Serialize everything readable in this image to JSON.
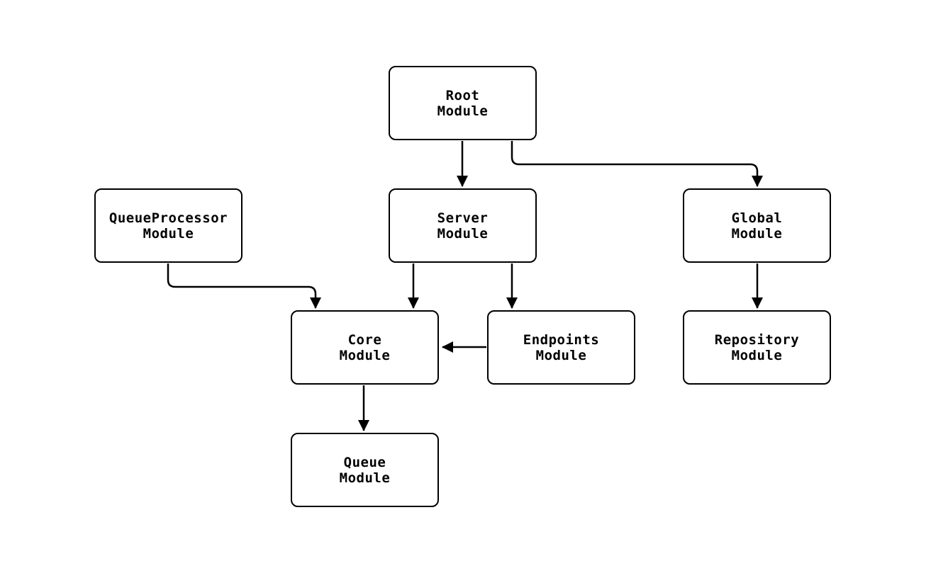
{
  "diagram": {
    "type": "module-dependency-graph",
    "colors": {
      "stroke": "#000000",
      "node_fill": "#ffffff",
      "background": "#ffffff",
      "text": "#000000"
    },
    "nodes": {
      "root": {
        "label": "Root\nModule"
      },
      "queueprocessor": {
        "label": "QueueProcessor\nModule"
      },
      "server": {
        "label": "Server\nModule"
      },
      "global": {
        "label": "Global\nModule"
      },
      "core": {
        "label": "Core\nModule"
      },
      "endpoints": {
        "label": "Endpoints\nModule"
      },
      "repository": {
        "label": "Repository\nModule"
      },
      "queue": {
        "label": "Queue\nModule"
      }
    },
    "edges": [
      {
        "from": "Root Module",
        "to": "Server Module"
      },
      {
        "from": "Root Module",
        "to": "Global Module"
      },
      {
        "from": "QueueProcessor Module",
        "to": "Core Module"
      },
      {
        "from": "Server Module",
        "to": "Core Module"
      },
      {
        "from": "Server Module",
        "to": "Endpoints Module"
      },
      {
        "from": "Endpoints Module",
        "to": "Core Module"
      },
      {
        "from": "Global Module",
        "to": "Repository Module"
      },
      {
        "from": "Core Module",
        "to": "Queue Module"
      }
    ]
  }
}
